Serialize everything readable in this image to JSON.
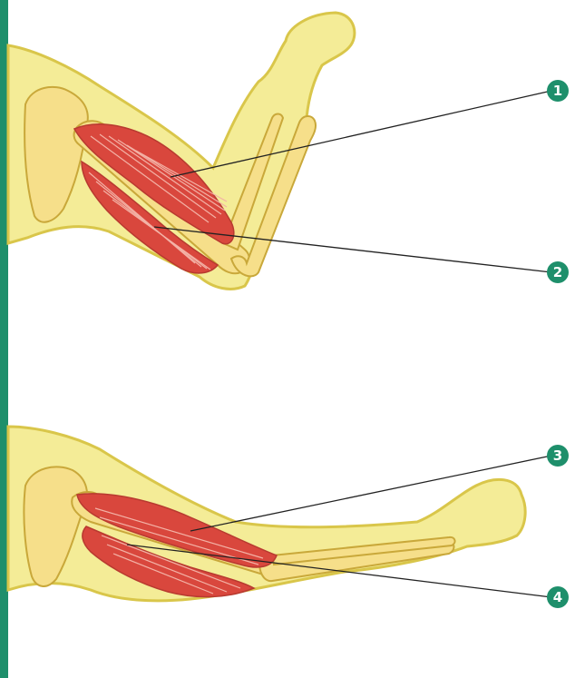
{
  "colors": {
    "side_bar": "#1e8f6b",
    "background": "#ffffff",
    "arm_fill": "#f4ec97",
    "arm_outline": "#d9c64a",
    "bone_fill": "#f6df8a",
    "bone_outline": "#c9a83a",
    "muscle_fill": "#d9473d",
    "muscle_stripe": "#f3b2a6",
    "marker_fill": "#1e8f6b",
    "marker_text": "#ffffff",
    "leader_line": "#222222"
  },
  "figures": [
    {
      "name": "arm-flexed",
      "icon": "flexed-arm-icon"
    },
    {
      "name": "arm-extended",
      "icon": "extended-arm-icon"
    }
  ],
  "markers": [
    {
      "label": "1"
    },
    {
      "label": "2"
    },
    {
      "label": "3"
    },
    {
      "label": "4"
    }
  ]
}
